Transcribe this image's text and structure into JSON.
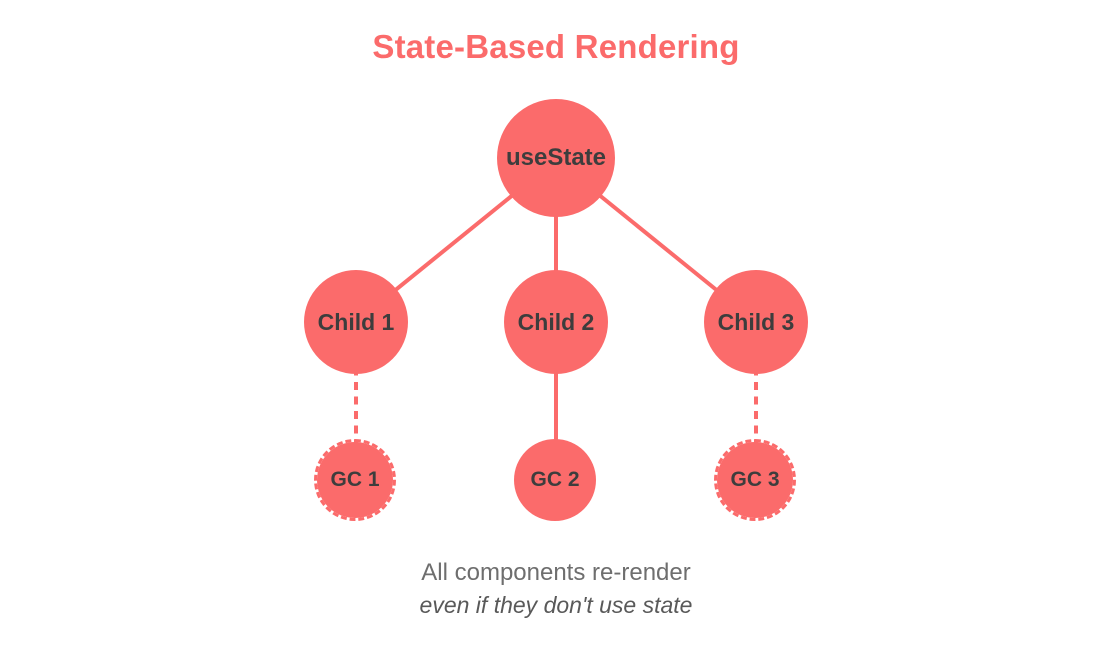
{
  "title": "State-Based Rendering",
  "colors": {
    "coral": "#FB6B6B",
    "node_text": "#3D3D3D",
    "caption_primary": "#6E6E6E",
    "caption_secondary": "#595959",
    "background": "#FFFFFF"
  },
  "tree": {
    "root": {
      "label": "useState"
    },
    "children": [
      {
        "label": "Child 1"
      },
      {
        "label": "Child 2"
      },
      {
        "label": "Child 3"
      }
    ],
    "grandchildren": [
      {
        "label": "GC 1",
        "border_style": "dashed",
        "link_from_parent": "dashed"
      },
      {
        "label": "GC 2",
        "border_style": "solid",
        "link_from_parent": "solid"
      },
      {
        "label": "GC 3",
        "border_style": "dashed",
        "link_from_parent": "dashed"
      }
    ],
    "root_links": "solid"
  },
  "caption": {
    "line1": "All components re-render",
    "line2": "even if they don't use state"
  }
}
